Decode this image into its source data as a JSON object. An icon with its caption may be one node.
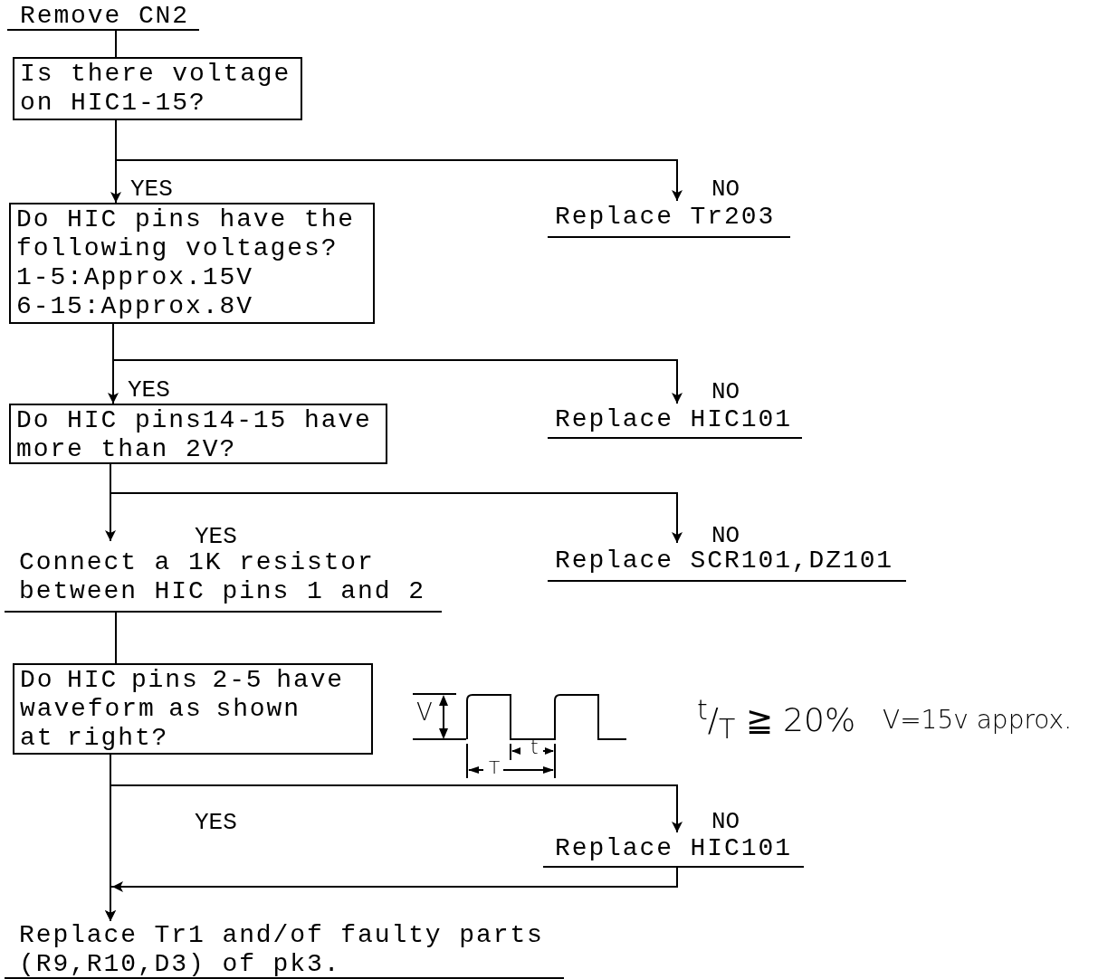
{
  "diagram": {
    "nodes": [
      {
        "text": [
          "Remove CN2"
        ]
      },
      {
        "text": [
          "Is there voltage on HIC1-15?"
        ]
      },
      {
        "text": [
          "Do HIC pins have the following voltages?",
          "1-5:Approx.15V",
          "6-15:Approx.8V"
        ]
      },
      {
        "text": [
          "Replace Tr203"
        ]
      },
      {
        "text": [
          "Do HIC pins14-15 have more than 2V?"
        ]
      },
      {
        "text": [
          "Replace HIC101"
        ]
      },
      {
        "text": [
          "Connect a 1K resistor between HIC pins 1 and 2"
        ]
      },
      {
        "text": [
          "Replace SCR101,DZ101"
        ]
      },
      {
        "text": [
          "Do HIC pins 2-5 have waveform as shown at right?"
        ]
      },
      {
        "text": [
          "Replace HIC101"
        ]
      },
      {
        "text": [
          "Replace Tr1 and/of faulty parts (R9,R10,D3) of pk3."
        ]
      }
    ],
    "edges": [
      {
        "from": 0,
        "to": 1,
        "arrow": "none"
      },
      {
        "from": 1,
        "to": 2,
        "arrow": "to",
        "label": "YES"
      },
      {
        "from": 1,
        "to": 3,
        "arrow": "to",
        "label": "NO"
      },
      {
        "from": 2,
        "to": 4,
        "arrow": "to",
        "label": "YES"
      },
      {
        "from": 2,
        "to": 5,
        "arrow": "to",
        "label": "NO"
      },
      {
        "from": 4,
        "to": 6,
        "arrow": "to",
        "label": "YES"
      },
      {
        "from": 4,
        "to": 7,
        "arrow": "to",
        "label": "NO"
      },
      {
        "from": 6,
        "to": 8,
        "arrow": "none"
      },
      {
        "from": 8,
        "to": 10,
        "arrow": "to",
        "label": "YES"
      },
      {
        "from": 8,
        "to": 9,
        "arrow": "to",
        "label": "NO"
      },
      {
        "from": 9,
        "to": 10,
        "arrow": "to"
      }
    ],
    "labels": [
      "V",
      "T",
      "t",
      "$^{t}$/$_{T}$ ≧ 20%",
      "V=15v approx."
    ]
  }
}
